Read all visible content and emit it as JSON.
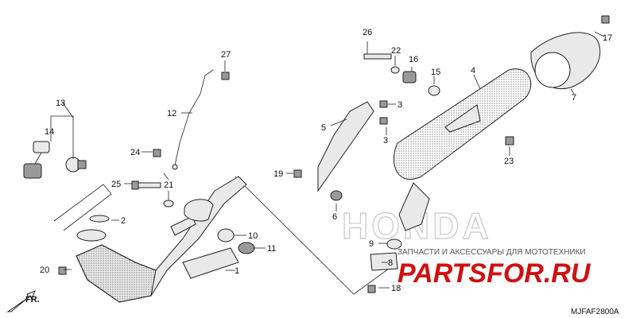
{
  "diagram_code": "MJFAF2800A",
  "direction_label": "FR.",
  "background_brand": "HONDA",
  "watermark": {
    "caption": "ЗАПЧАСТИ И АКСЕССУАРЫ ДЛЯ МОТОТЕХНИКИ",
    "logo": "PARTSFOR.RU",
    "color": "#d01010"
  },
  "callouts": [
    {
      "id": "c1",
      "label": "1"
    },
    {
      "id": "c2",
      "label": "2"
    },
    {
      "id": "c3a",
      "label": "3"
    },
    {
      "id": "c3b",
      "label": "3"
    },
    {
      "id": "c4",
      "label": "4"
    },
    {
      "id": "c5",
      "label": "5"
    },
    {
      "id": "c6",
      "label": "6"
    },
    {
      "id": "c7",
      "label": "7"
    },
    {
      "id": "c8",
      "label": "8"
    },
    {
      "id": "c9",
      "label": "9"
    },
    {
      "id": "c10",
      "label": "10"
    },
    {
      "id": "c11",
      "label": "11"
    },
    {
      "id": "c12",
      "label": "12"
    },
    {
      "id": "c13",
      "label": "13"
    },
    {
      "id": "c14",
      "label": "14"
    },
    {
      "id": "c15",
      "label": "15"
    },
    {
      "id": "c16",
      "label": "16"
    },
    {
      "id": "c17",
      "label": "17"
    },
    {
      "id": "c18",
      "label": "18"
    },
    {
      "id": "c19",
      "label": "19"
    },
    {
      "id": "c20",
      "label": "20"
    },
    {
      "id": "c21",
      "label": "21"
    },
    {
      "id": "c22",
      "label": "22"
    },
    {
      "id": "c23",
      "label": "23"
    },
    {
      "id": "c24",
      "label": "24"
    },
    {
      "id": "c25",
      "label": "25"
    },
    {
      "id": "c26",
      "label": "26"
    },
    {
      "id": "c27",
      "label": "27"
    }
  ]
}
